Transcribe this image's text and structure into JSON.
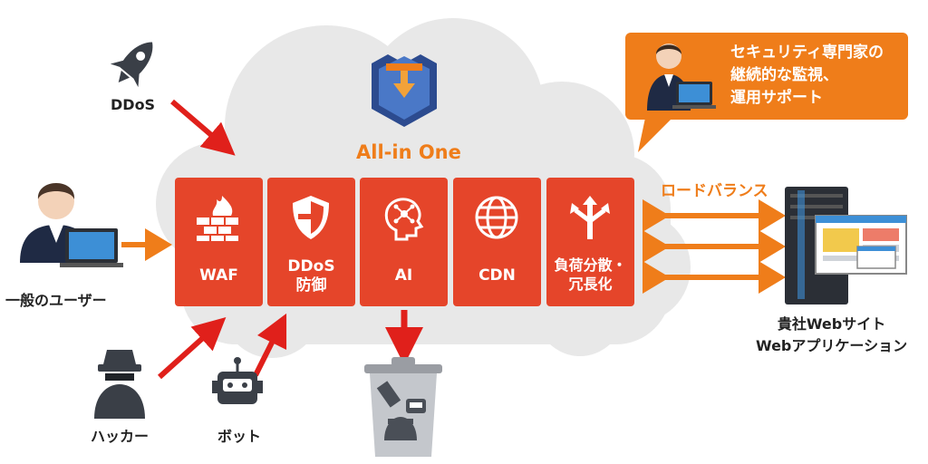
{
  "title": "All-in One",
  "modules": [
    {
      "name": "waf",
      "icon": "firewall-icon",
      "label": "WAF"
    },
    {
      "name": "ddos-protection",
      "icon": "shield-icon",
      "label": "DDoS\n防御"
    },
    {
      "name": "ai",
      "icon": "ai-brain-icon",
      "label": "AI"
    },
    {
      "name": "cdn",
      "icon": "globe-icon",
      "label": "CDN"
    },
    {
      "name": "load-balancing",
      "icon": "split-arrows-icon",
      "label": "負荷分散・\n冗長化"
    }
  ],
  "attackers": {
    "ddos": "DDoS",
    "hacker": "ハッカー",
    "bot": "ボット"
  },
  "user_label": "一般のユーザー",
  "support_bubble": "セキュリティ専門家の\n継続的な監視、\n運用サポート",
  "load_balance_label": "ロードバランス",
  "server_label": "貴社Webサイト\nWebアプリケーション",
  "colors": {
    "module_red": "#e5452a",
    "accent_orange": "#ef7d1a",
    "attack_red": "#e0201b",
    "cloud_gray": "#e8e8e8",
    "icon_dark": "#3a3f47"
  }
}
